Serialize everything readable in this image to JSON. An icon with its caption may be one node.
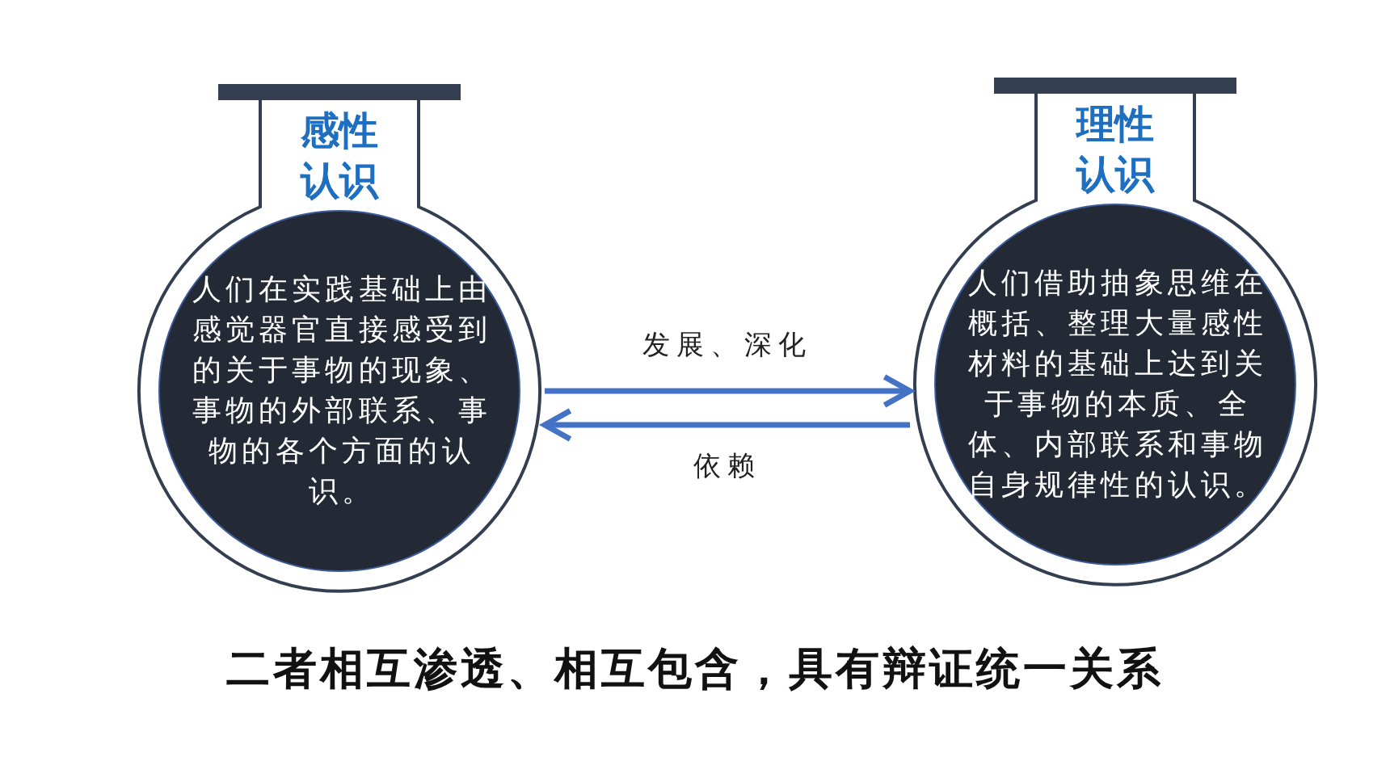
{
  "diagram": {
    "caption": "二者相互渗透、相互包含，具有辩证统一关系",
    "nodes": [
      {
        "text": [
          "感性认识"
        ]
      },
      {
        "text": [
          "人们在实践基础上由感觉器官直接感受到的关于事物的现象、事物的外部联系、事物的各个方面的认识。"
        ],
        "in": 0
      },
      {
        "text": [
          "理性认识"
        ]
      },
      {
        "text": [
          "人们借助抽象思维在概括、整理大量感性材料的基础上达到关于事物的本质、全体、内部联系和事物自身规律性的认识。"
        ],
        "in": 2
      }
    ],
    "edges": [
      {
        "from": 0,
        "to": 2,
        "arrow": "to",
        "label": "发展、深化"
      },
      {
        "from": 2,
        "to": 0,
        "arrow": "to",
        "label": "依赖"
      }
    ]
  }
}
